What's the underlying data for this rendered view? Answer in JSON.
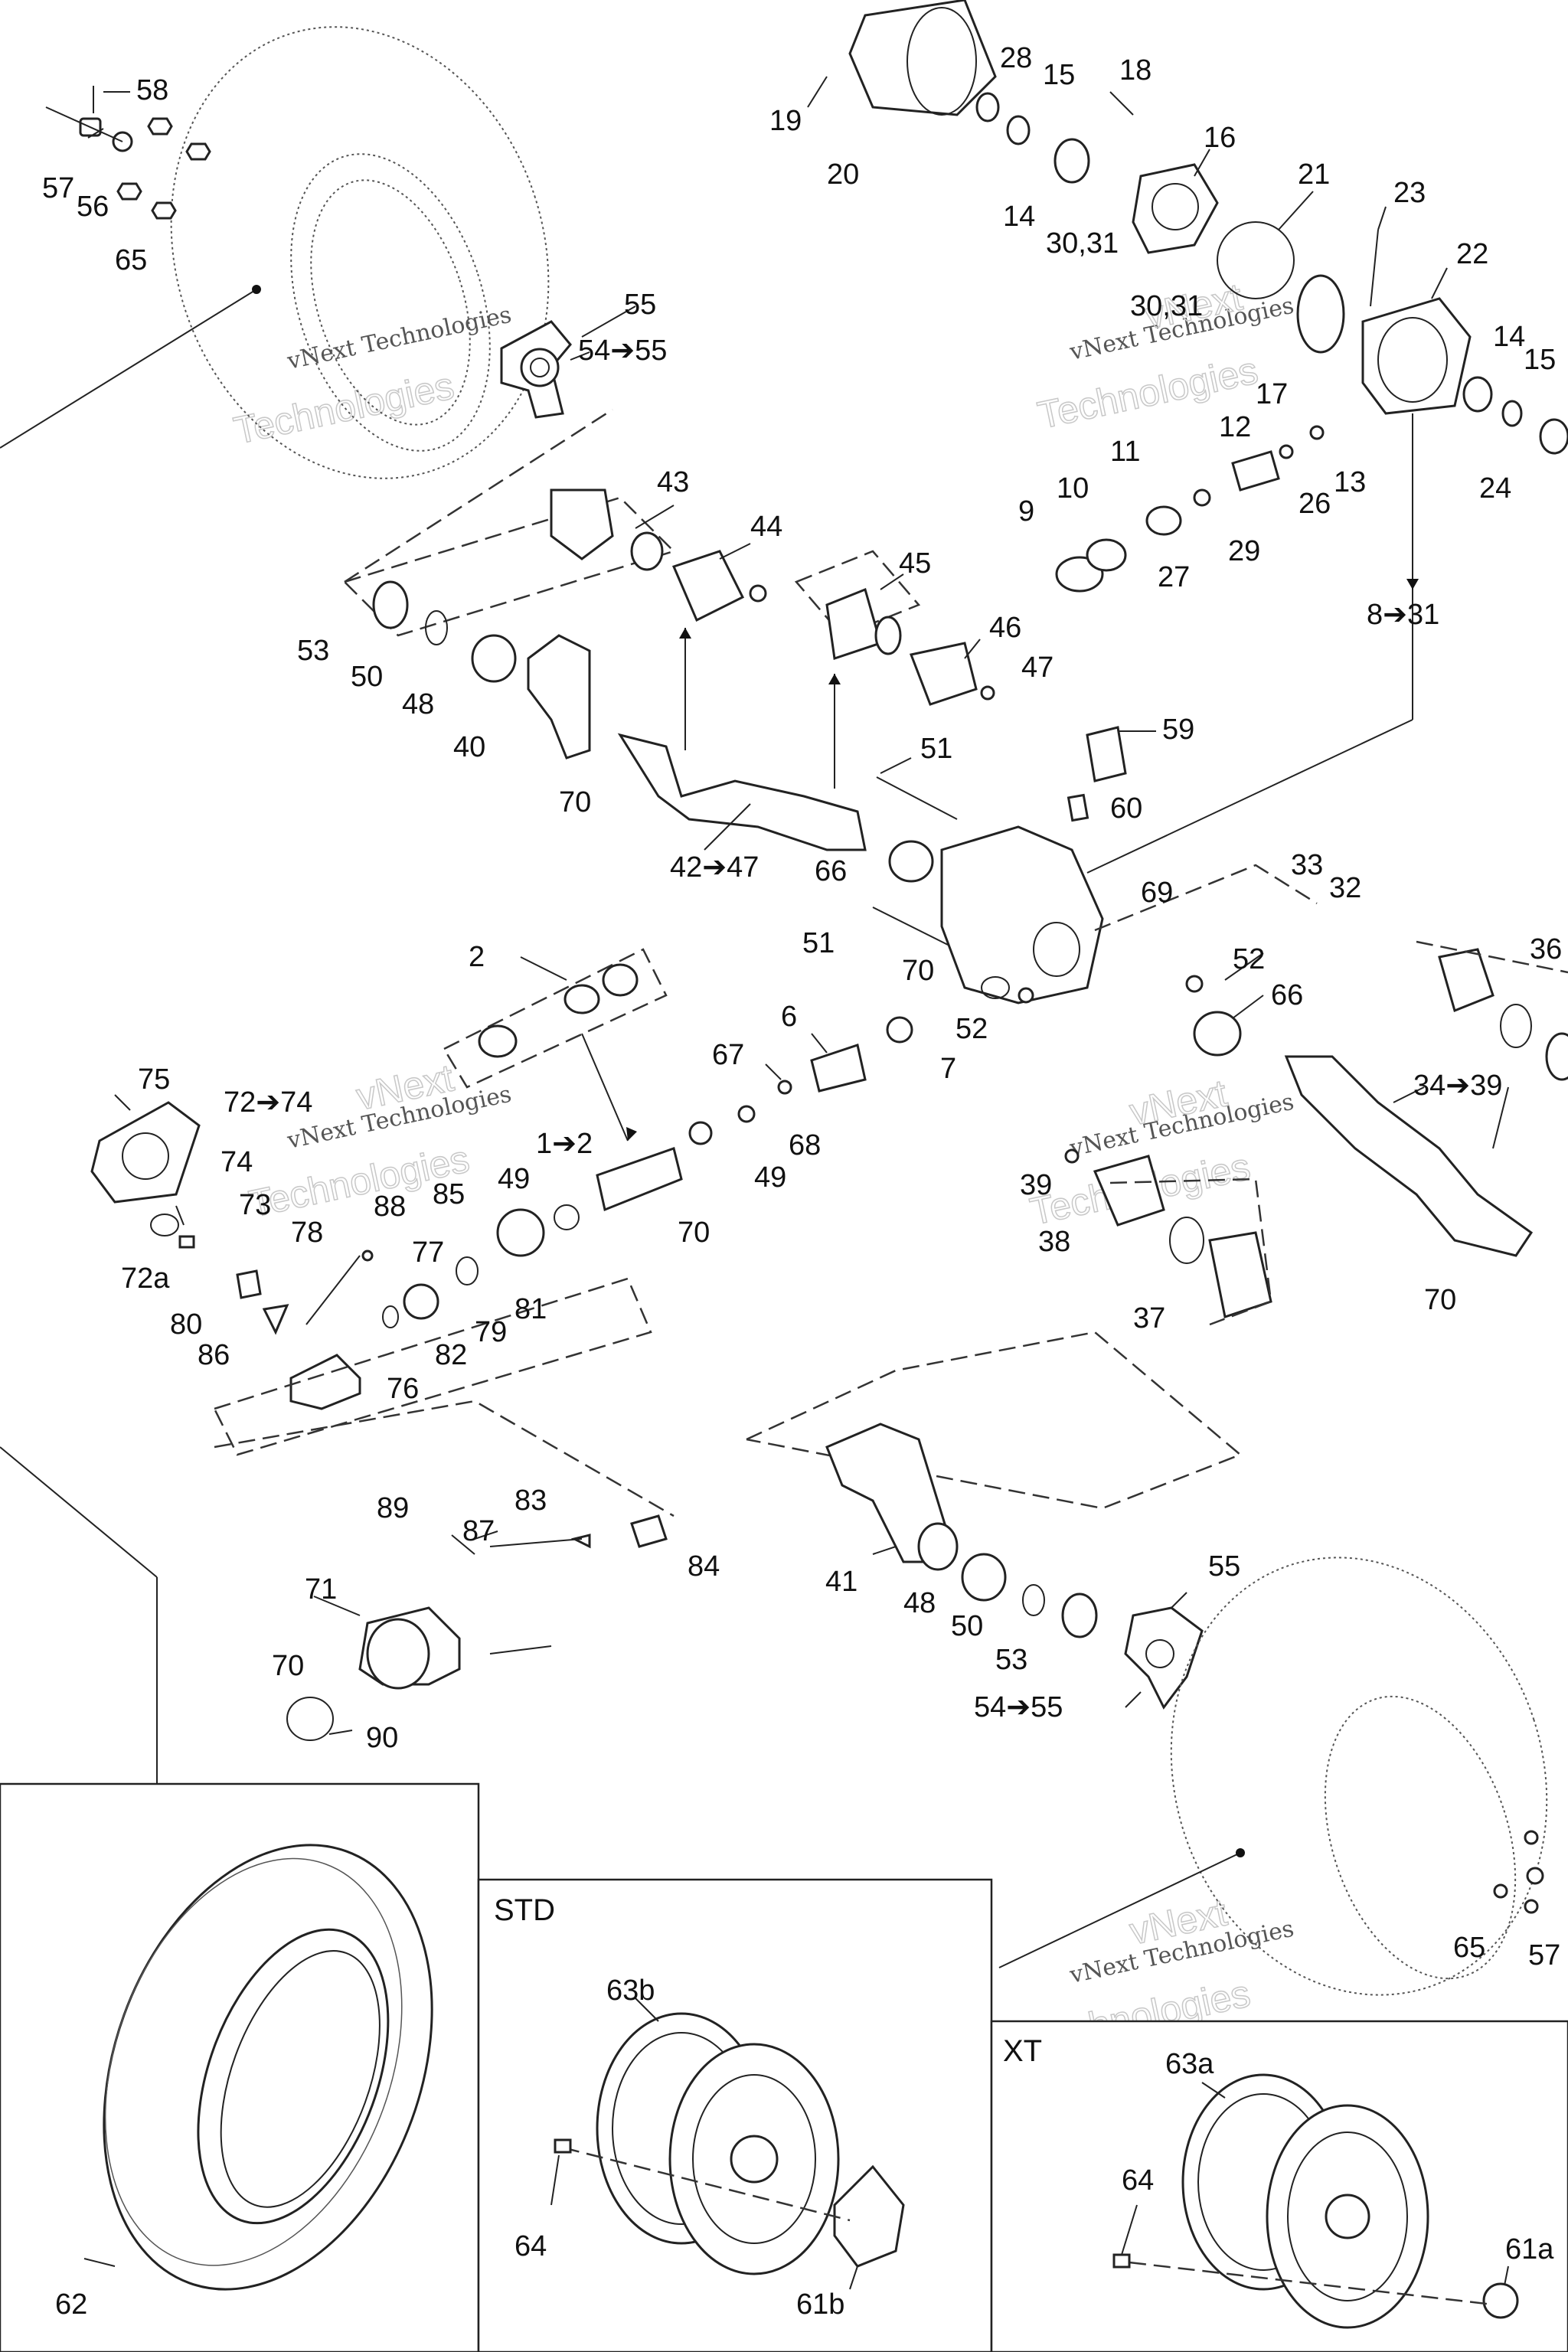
{
  "watermark": {
    "company": "vNext Technologies",
    "line1": "vNext",
    "line2": "Technologies"
  },
  "sections": {
    "std": "STD",
    "xt": "XT"
  },
  "labels": {
    "l58": "58",
    "l57a": "57",
    "l56": "56",
    "l65a": "65",
    "l55a": "55",
    "l54a": "54➔55",
    "l19": "19",
    "l20": "20",
    "l28": "28",
    "l15a": "15",
    "l18": "18",
    "l16": "16",
    "l14a": "14",
    "l3031a": "30,31",
    "l3031b": "30,31",
    "l21": "21",
    "l23": "23",
    "l22": "22",
    "l17": "17",
    "l14b": "14",
    "l15b": "15",
    "l24": "24",
    "l12": "12",
    "l11": "11",
    "l13": "13",
    "l26": "26",
    "l10": "10",
    "l9": "9",
    "l27": "27",
    "l29": "29",
    "l8to31": "8➔31",
    "l43": "43",
    "l44": "44",
    "l45": "45",
    "l46": "46",
    "l47": "47",
    "l53a": "53",
    "l50a": "50",
    "l48a": "48",
    "l40": "40",
    "l70a": "70",
    "l42to47": "42➔47",
    "l51a": "51",
    "l59": "59",
    "l60": "60",
    "l66a": "66",
    "l69": "69",
    "l33": "33",
    "l32": "32",
    "l51b": "51",
    "l52a": "52",
    "l66b": "66",
    "l36": "36",
    "l70b": "70",
    "l52b": "52",
    "l6": "6",
    "l7": "7",
    "l67": "67",
    "l68": "68",
    "l49a": "49",
    "l49b": "49",
    "l1to2": "1➔2",
    "l2": "2",
    "l34to39": "34➔39",
    "l39": "39",
    "l38": "38",
    "l37": "37",
    "l70c": "70",
    "l70d": "70",
    "l75": "75",
    "l72to74": "72➔74",
    "l74": "74",
    "l73": "73",
    "l72a": "72a",
    "l88": "88",
    "l85": "85",
    "l78": "78",
    "l77": "77",
    "l81": "81",
    "l79": "79",
    "l80": "80",
    "l86": "86",
    "l82": "82",
    "l76": "76",
    "l89": "89",
    "l87": "87",
    "l83": "83",
    "l84": "84",
    "l71": "71",
    "l70e": "70",
    "l90": "90",
    "l41": "41",
    "l48b": "48",
    "l50b": "50",
    "l53b": "53",
    "l55b": "55",
    "l54b": "54➔55",
    "l65b": "65",
    "l57b": "57",
    "l62": "62",
    "l63b": "63b",
    "l64a": "64",
    "l61b": "61b",
    "l63a": "63a",
    "l64b": "64",
    "l61a": "61a"
  }
}
